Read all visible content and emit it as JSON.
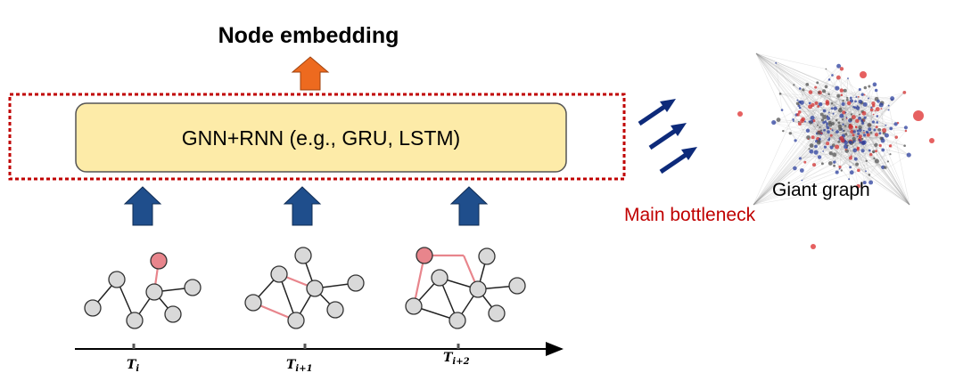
{
  "title": "Node embedding",
  "model_box_label": "GNN+RNN (e.g., GRU, LSTM)",
  "bottleneck_label": "Main bottleneck",
  "giant_graph_label": "Giant graph",
  "time_labels": [
    {
      "base": "T",
      "sub": "i"
    },
    {
      "base": "T",
      "sub": "i+1"
    },
    {
      "base": "T",
      "sub": "i+2"
    }
  ],
  "colors": {
    "model_box_fill": "#fdeba8",
    "dashed_frame": "#c00000",
    "up_arrow_orange": "#ed6a1f",
    "up_arrow_blue": "#1f4e8c",
    "diag_arrow": "#0d2a7a",
    "node_gray": "#d9d9d9",
    "node_red": "#e8858c",
    "bottleneck_text": "#c00000"
  },
  "icons": {
    "output_arrow": "up-arrow-icon",
    "input_arrows": "up-arrow-icon",
    "flow_arrows": "diagonal-arrow-icon"
  }
}
